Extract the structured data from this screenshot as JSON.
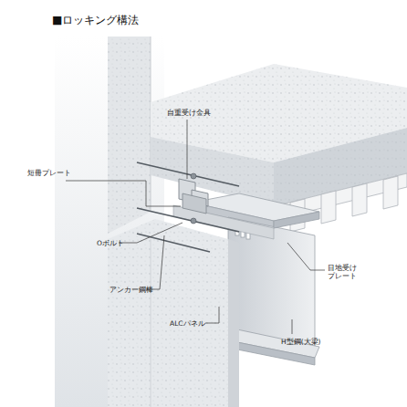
{
  "diagram": {
    "title": "■ロッキング構法",
    "labels": [
      "自重受け金具",
      "短冊プレート",
      "Oボルト",
      "アンカー鋼棒",
      "ALCパネル",
      "目地受け プレート",
      "H型鋼(大梁)"
    ]
  }
}
